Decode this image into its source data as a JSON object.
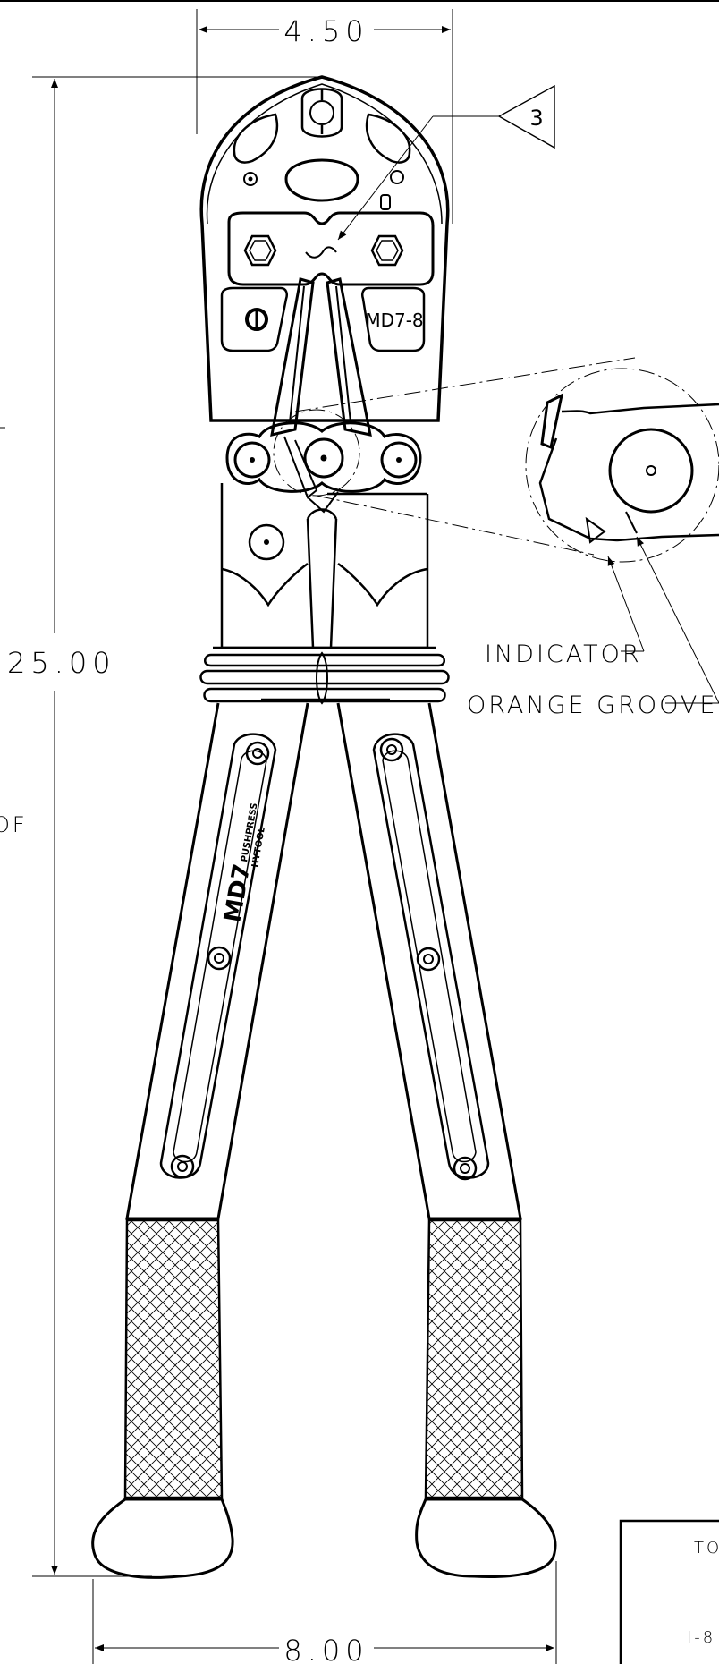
{
  "dimensions": {
    "width_top": "4.50",
    "length": "25.00",
    "width_bottom": "8.00"
  },
  "note_flag": "3",
  "stamps": {
    "head_right": "MD7-8"
  },
  "callouts": {
    "indicator": "INDICATOR",
    "orange_groove": "ORANGE GROOVE"
  },
  "handle": {
    "model": "MD7",
    "brand_line1": "PUSHPRESS",
    "brand_line2": "HYTOOL"
  },
  "cutoff_text": {
    "left_fragment": "OF",
    "title_block_fragment_1": "TO",
    "title_block_fragment_2": "I-8"
  },
  "colors": {
    "line": "#000000",
    "background": "#ffffff"
  }
}
